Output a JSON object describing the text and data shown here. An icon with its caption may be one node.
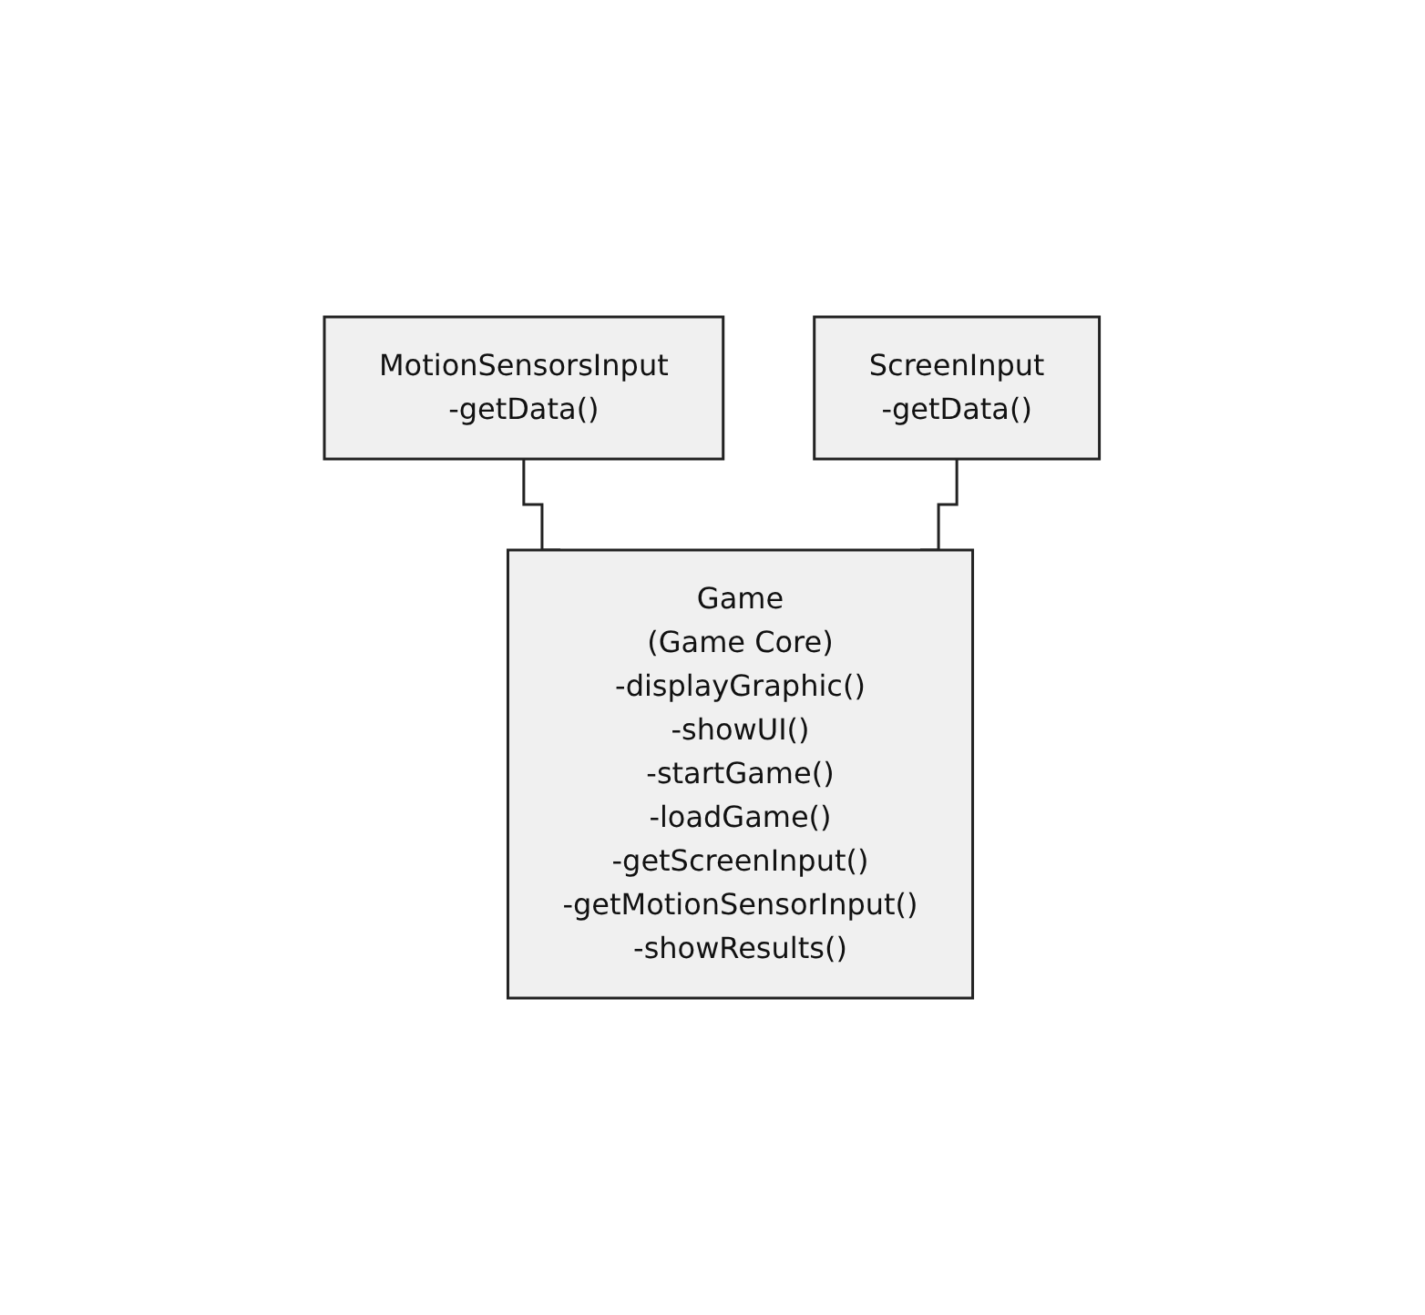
{
  "diagram": {
    "nodes": [
      {
        "text": [
          "MotionSensorsInput",
          "-getData()"
        ]
      },
      {
        "text": [
          "ScreenInput",
          "-getData()"
        ]
      },
      {
        "text": [
          "Game",
          "(Game Core)",
          "-displayGraphic()",
          "-showUI()",
          "-startGame()",
          "-loadGame()",
          "-getScreenInput()",
          "-getMotionSensorInput()",
          "-showResults()"
        ]
      }
    ],
    "edges": [
      {
        "from": 0,
        "to": 2,
        "arrow": "none"
      },
      {
        "from": 1,
        "to": 2,
        "arrow": "none"
      }
    ]
  }
}
